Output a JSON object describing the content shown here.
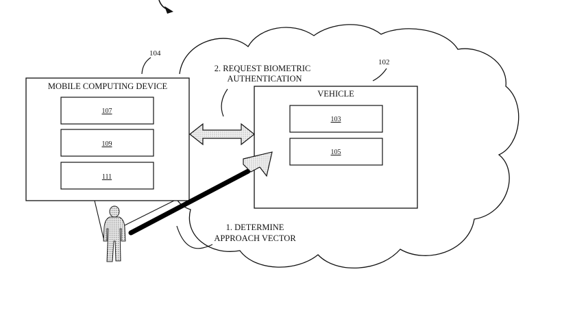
{
  "cloud": {
    "ref": "102"
  },
  "mobile_device": {
    "title": "MOBILE COMPUTING DEVICE",
    "ref": "104",
    "modules": [
      "107",
      "109",
      "111"
    ]
  },
  "vehicle": {
    "title": "VEHICLE",
    "modules": [
      "103",
      "105"
    ]
  },
  "steps": {
    "request": [
      "2. REQUEST BIOMETRIC",
      "AUTHENTICATION"
    ],
    "determine": [
      "1. DETERMINE",
      "APPROACH VECTOR"
    ]
  },
  "icons": [
    "person-icon",
    "double-arrow-icon",
    "approach-arrow-icon",
    "curved-arrow-icon"
  ]
}
